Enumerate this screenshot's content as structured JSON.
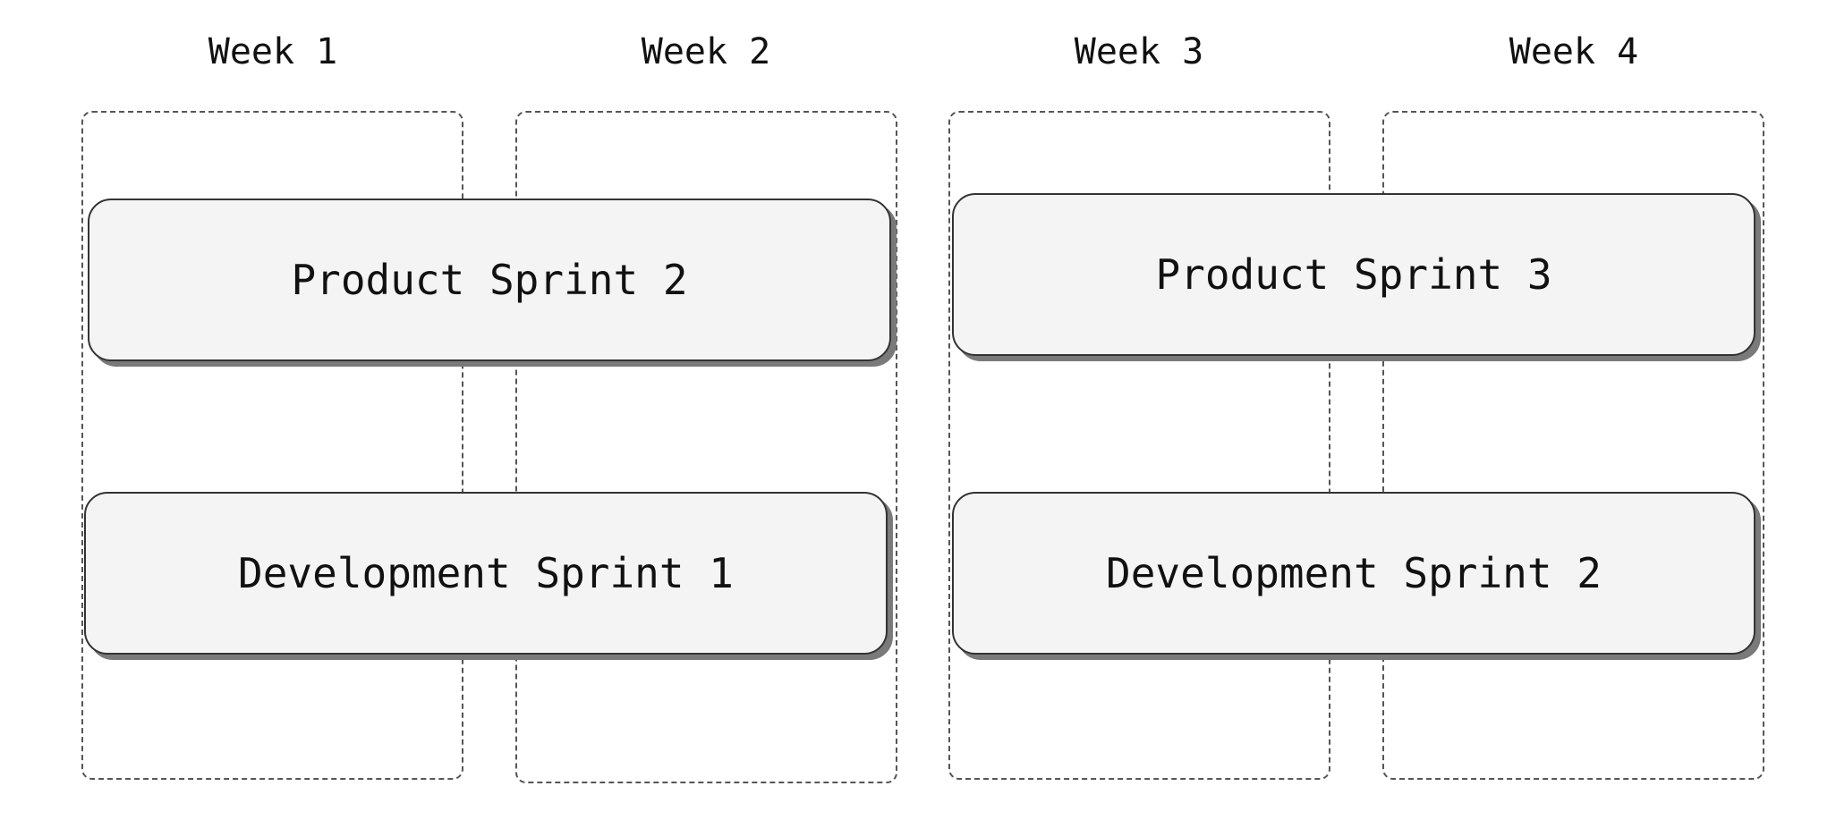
{
  "weeks": [
    {
      "label": "Week 1"
    },
    {
      "label": "Week 2"
    },
    {
      "label": "Week 3"
    },
    {
      "label": "Week 4"
    }
  ],
  "sprints": [
    {
      "label": "Product Sprint 2"
    },
    {
      "label": "Development Sprint 1"
    },
    {
      "label": "Product Sprint 3"
    },
    {
      "label": "Development Sprint 2"
    }
  ]
}
